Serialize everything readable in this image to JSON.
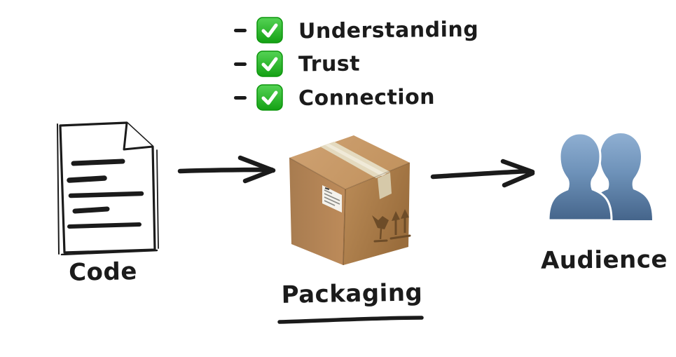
{
  "checklist": {
    "items": [
      {
        "bullet": "-",
        "icon": "check-mark-icon",
        "label": "Understanding"
      },
      {
        "bullet": "-",
        "icon": "check-mark-icon",
        "label": "Trust"
      },
      {
        "bullet": "-",
        "icon": "check-mark-icon",
        "label": "Connection"
      }
    ]
  },
  "flow": {
    "nodes": [
      {
        "id": "code",
        "icon": "document-icon",
        "label": "Code"
      },
      {
        "id": "packaging",
        "icon": "package-icon",
        "label": "Packaging",
        "underlined": true
      },
      {
        "id": "audience",
        "icon": "people-icon",
        "label": "Audience"
      }
    ],
    "connections": [
      {
        "from": "Code",
        "to": "Packaging"
      },
      {
        "from": "Packaging",
        "to": "Audience"
      }
    ]
  },
  "colors": {
    "background": "#ffffff",
    "ink": "#1b1b1b",
    "check_green_light": "#52d052",
    "check_green_dark": "#14a114",
    "box_top": "#c99c6e",
    "box_left": "#b28355",
    "box_right": "#a5793f",
    "box_tape": "#e4dabf",
    "box_symbol": "#6d4c28",
    "people_blue_light": "#8fafd2",
    "people_blue_dark": "#45658b"
  }
}
